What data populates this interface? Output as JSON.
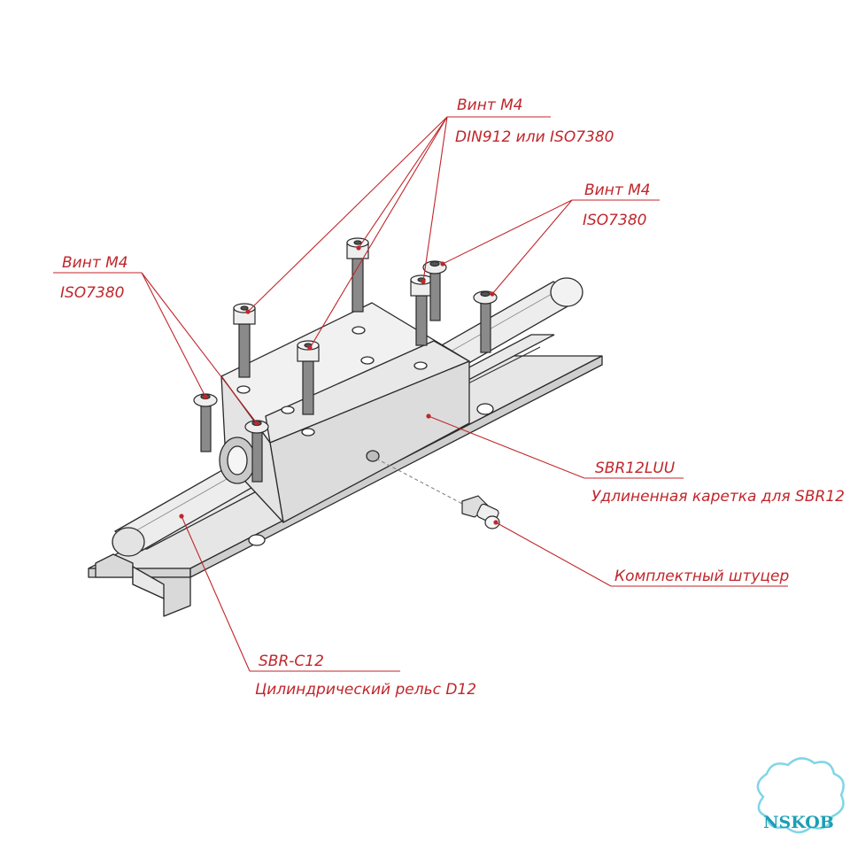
{
  "colors": {
    "annotation": "#c0262b",
    "line": "#2a2a2a",
    "part_fill": "#e9e9e9",
    "part_shade": "#cfcfcf",
    "logo": "#1c9fb3",
    "logo_outline": "#7fd6e6"
  },
  "labels": {
    "screw_din": {
      "line1": "Винт М4",
      "line2": "DIN912 или ISO7380"
    },
    "screw_iso_right": {
      "line1": "Винт М4",
      "line2": "ISO7380"
    },
    "screw_iso_left": {
      "line1": "Винт М4",
      "line2": "ISO7380"
    },
    "carriage": {
      "line1": "SBR12LUU",
      "line2": "Удлиненная каретка для SBR12"
    },
    "fitting": {
      "line1": "Комплектный штуцер"
    },
    "rail": {
      "line1": "SBR-C12",
      "line2": "Цилиндрический рельс D12"
    }
  },
  "logo": {
    "text": "NSKOB"
  }
}
